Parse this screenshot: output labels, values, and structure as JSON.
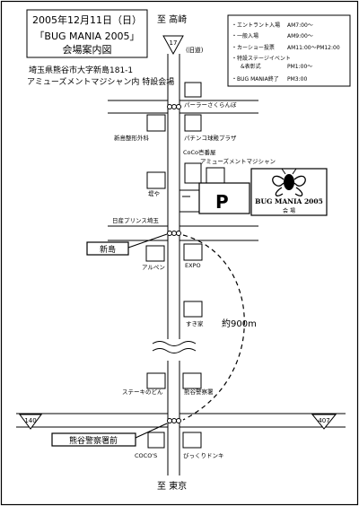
{
  "title": {
    "date": "2005年12月11日（日）",
    "event": "「BUG MANIA 2005」",
    "subtitle": "会場案内図"
  },
  "address": {
    "line1": "埼玉県熊谷市大字新島181-1",
    "line2": "アミューズメントマジシャン内  特設会場"
  },
  "schedule": [
    {
      "label": "・エントラント入場",
      "time": "AM7:00～"
    },
    {
      "label": "・一般入場",
      "time": "AM9:00～"
    },
    {
      "label": "・カーショー投票",
      "time": "AM11:00～PM12:00"
    },
    {
      "label": "・特設ステージイベント",
      "time": ""
    },
    {
      "label": "　&表彰式",
      "time": "PM1:00～"
    },
    {
      "label": "・BUG MANIA終了",
      "time": "PM3:00"
    }
  ],
  "directions": {
    "north": "至 高崎",
    "south": "至 東京"
  },
  "routes": {
    "r17": "17",
    "r17_note": "(旧道)",
    "r140": "140",
    "r407": "407"
  },
  "landmarks": {
    "parlor": "パーラーさくらんぼ",
    "clinic": "新島整形外科",
    "pachinko": "パチンコ球殿プラザ",
    "coco": "CoCo壱番屋",
    "amusement": "アミューズメントマジシャン",
    "sakaya": "堤や",
    "hotel": "日産プリンス埼玉",
    "alpen": "アルペン",
    "expo": "EXPO",
    "sukiya": "すき家",
    "steak": "ステーキのどん",
    "police_hq": "熊谷警察署",
    "cocos": "COCO'S",
    "donkey": "びっくりドンキ"
  },
  "callouts": {
    "shinjima": "新島",
    "police_mae": "熊谷警察署前"
  },
  "venue": {
    "parking": "P",
    "logo_title": "BUG MANIA 2005",
    "logo_sub": "会 場"
  },
  "distance": "約900m"
}
